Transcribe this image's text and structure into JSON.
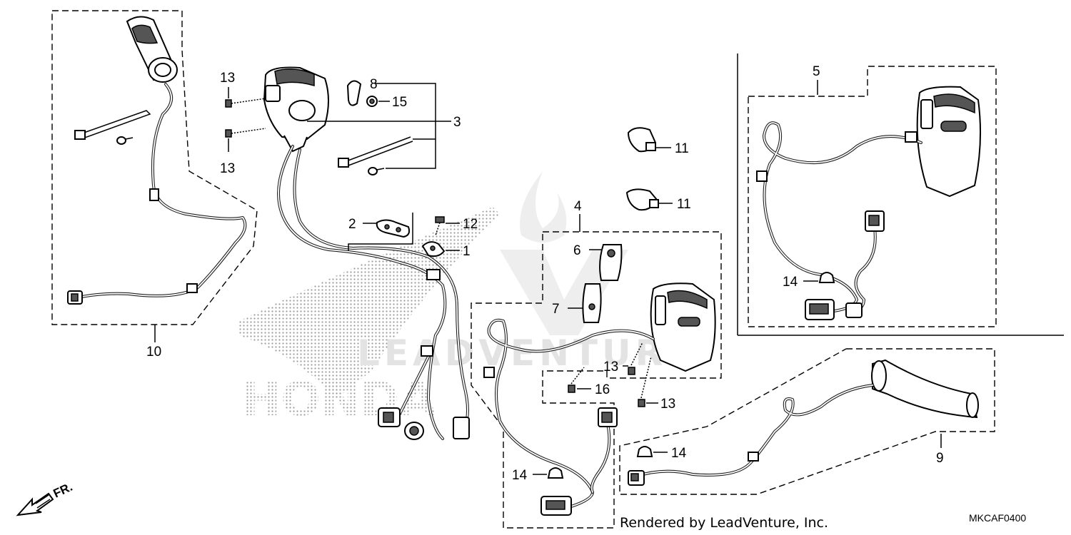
{
  "diagram": {
    "labels": {
      "p1": "1",
      "p2": "2",
      "p3": "3",
      "p4": "4",
      "p5": "5",
      "p6": "6",
      "p7": "7",
      "p8": "8",
      "p9": "9",
      "p10": "10",
      "p11a": "11",
      "p11b": "11",
      "p12": "12",
      "p13a": "13",
      "p13b": "13",
      "p13c": "13",
      "p13d": "13",
      "p14a": "14",
      "p14b": "14",
      "p14c": "14",
      "p15": "15",
      "p16": "16"
    },
    "fr_label": "FR.",
    "footer": {
      "rendered_by": "Rendered by LeadVenture, Inc.",
      "code": "MKCAF0400"
    },
    "watermark": {
      "lead": "LEADVENTURE",
      "brand": "HONDA"
    }
  }
}
